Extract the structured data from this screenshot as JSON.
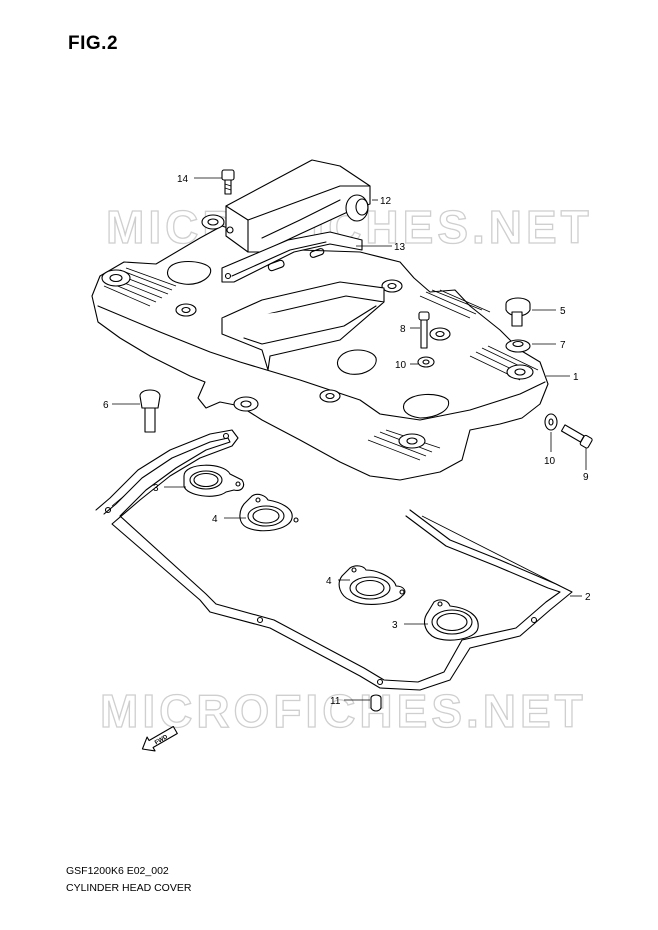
{
  "figure": {
    "title": "FIG.2",
    "code": "GSF1200K6 E02_002",
    "name": "CYLINDER HEAD COVER"
  },
  "watermark": {
    "text": "MICROFICHES.NET",
    "color": "#cfcfcf"
  },
  "fwd_arrow": {
    "text": "FWD"
  },
  "callouts": [
    {
      "id": "c1",
      "label": "1"
    },
    {
      "id": "c2",
      "label": "2"
    },
    {
      "id": "c3a",
      "label": "3"
    },
    {
      "id": "c3b",
      "label": "3"
    },
    {
      "id": "c4a",
      "label": "4"
    },
    {
      "id": "c4b",
      "label": "4"
    },
    {
      "id": "c5",
      "label": "5"
    },
    {
      "id": "c6",
      "label": "6"
    },
    {
      "id": "c7",
      "label": "7"
    },
    {
      "id": "c8",
      "label": "8"
    },
    {
      "id": "c9",
      "label": "9"
    },
    {
      "id": "c10a",
      "label": "10"
    },
    {
      "id": "c10b",
      "label": "10"
    },
    {
      "id": "c11",
      "label": "11"
    },
    {
      "id": "c12",
      "label": "12"
    },
    {
      "id": "c13",
      "label": "13"
    },
    {
      "id": "c14",
      "label": "14"
    }
  ]
}
